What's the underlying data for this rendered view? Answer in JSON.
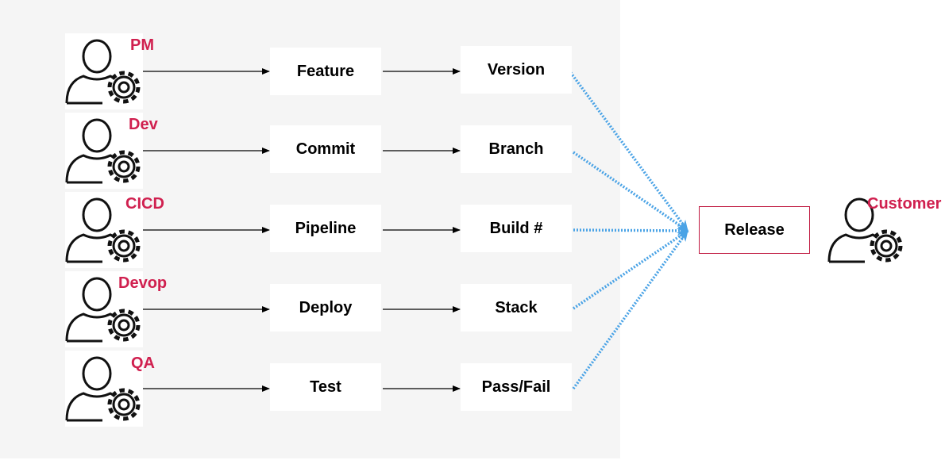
{
  "colors": {
    "role": "#d0204f",
    "arrow_dotted": "#4aa3e6",
    "release_border": "#c0183f",
    "panel": "#f5f5f5"
  },
  "icon": "user-gear-icon",
  "rows": [
    {
      "role": "PM",
      "step": "Feature",
      "output": "Version"
    },
    {
      "role": "Dev",
      "step": "Commit",
      "output": "Branch"
    },
    {
      "role": "CICD",
      "step": "Pipeline",
      "output": "Build #"
    },
    {
      "role": "Devop",
      "step": "Deploy",
      "output": "Stack"
    },
    {
      "role": "QA",
      "step": "Test",
      "output": "Pass/Fail"
    }
  ],
  "release": "Release",
  "customer": "Customer"
}
